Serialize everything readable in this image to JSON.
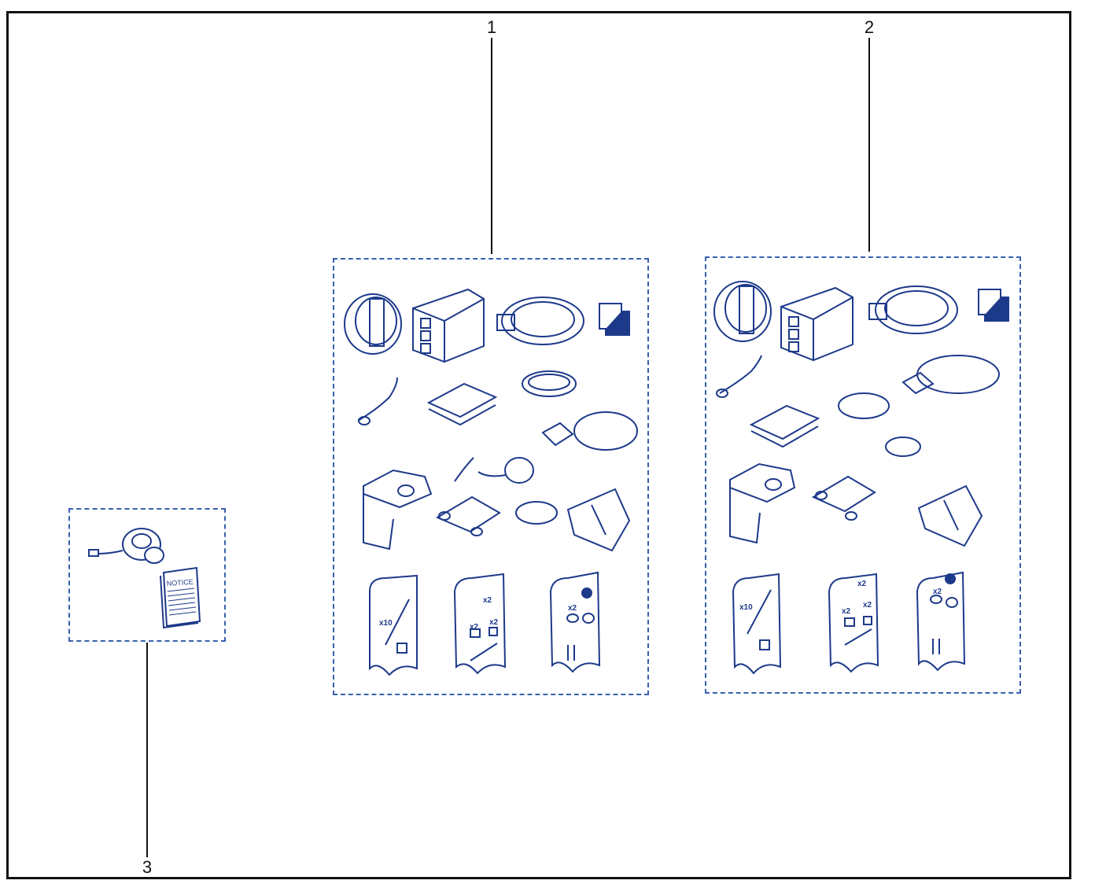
{
  "diagram": {
    "callouts": [
      {
        "id": "1",
        "label": "1"
      },
      {
        "id": "2",
        "label": "2"
      },
      {
        "id": "3",
        "label": "3"
      }
    ],
    "notice_label": "NOTICE",
    "qty_labels": {
      "ties": "x10",
      "x2": "x2"
    },
    "colors": {
      "line_art": "#1d3a8a",
      "kit_border": "#3a5fb0",
      "frame": "#111111"
    }
  }
}
